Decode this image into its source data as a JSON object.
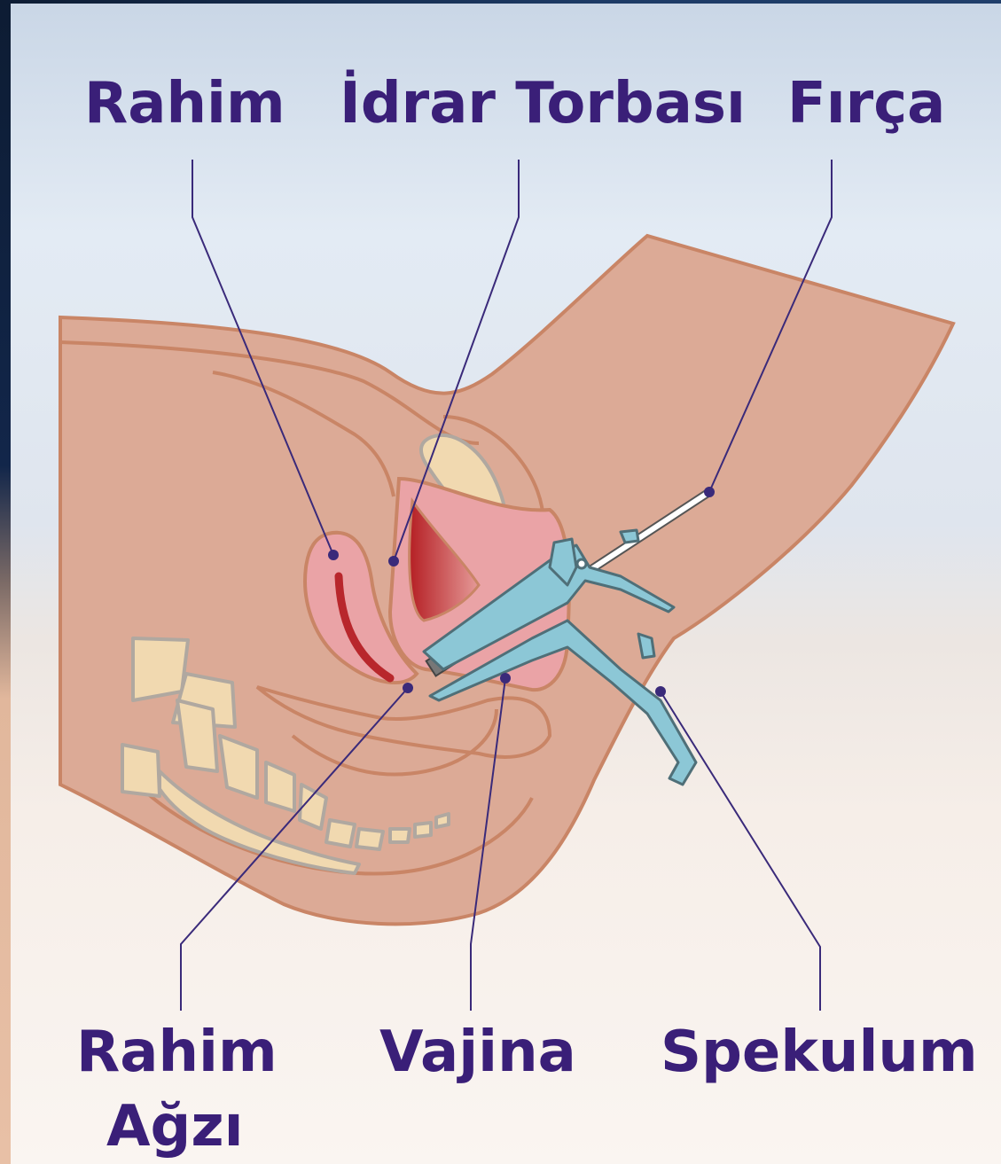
{
  "labels": {
    "rahim": "Rahim",
    "idrar_torbasi": "İdrar Torbası",
    "firca": "Fırça",
    "rahim_agzi_line1": "Rahim",
    "rahim_agzi_line2": "Ağzı",
    "vajina": "Vajina",
    "spekulum": "Spekulum"
  },
  "colors": {
    "label_text": "#3a1f78",
    "leader_line": "#3a2a7a",
    "skin": "#dcaa96",
    "skin_outline": "#c98566",
    "organ_pink": "#eaa3a6",
    "uterus_red": "#b8272c",
    "bone": "#f1d9b0",
    "speculum": "#8cc7d6",
    "brush": "#ffffff"
  }
}
